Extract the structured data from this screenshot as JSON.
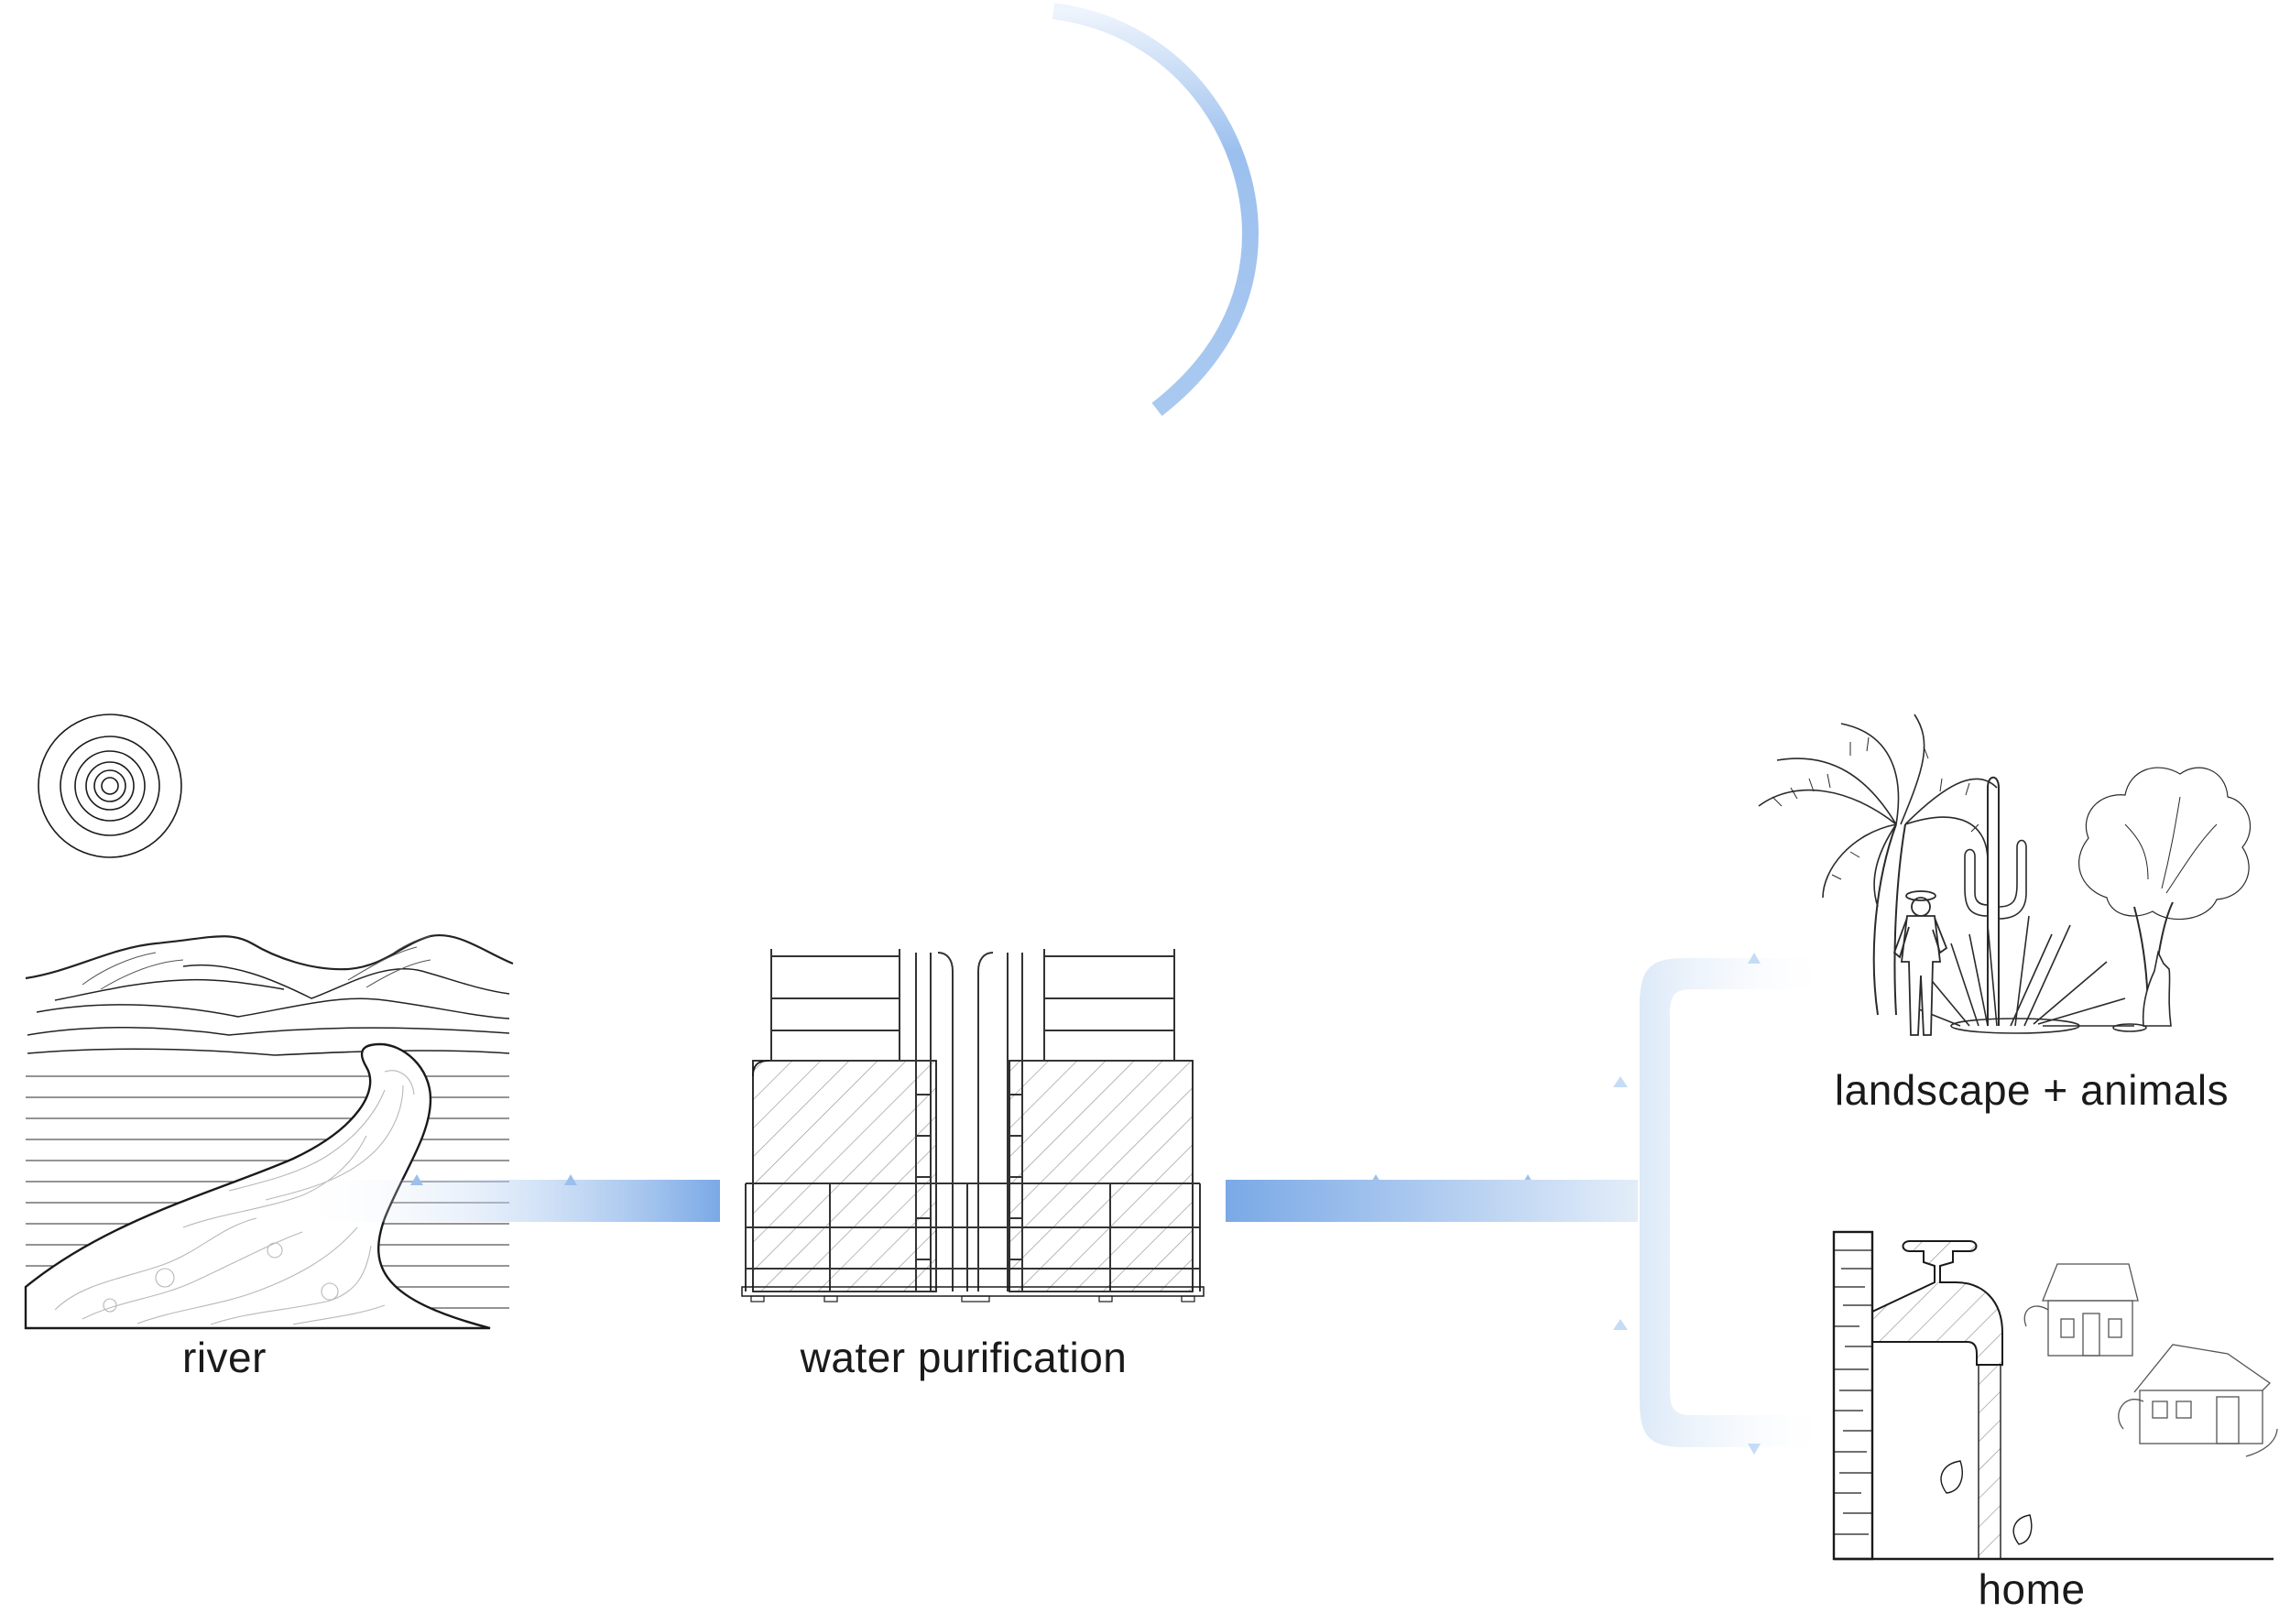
{
  "labels": {
    "river": "river",
    "purification": "water purification",
    "landscape": "landscape + animals",
    "home": "home"
  },
  "colors": {
    "flow": "#7aa9e6",
    "flow_light": "#dce9f8",
    "line": "#1a1a1a"
  },
  "icons": [
    "sun-icon",
    "mountain-river-illustration",
    "purification-tanks-illustration",
    "desert-landscape-illustration",
    "faucet-home-illustration"
  ]
}
